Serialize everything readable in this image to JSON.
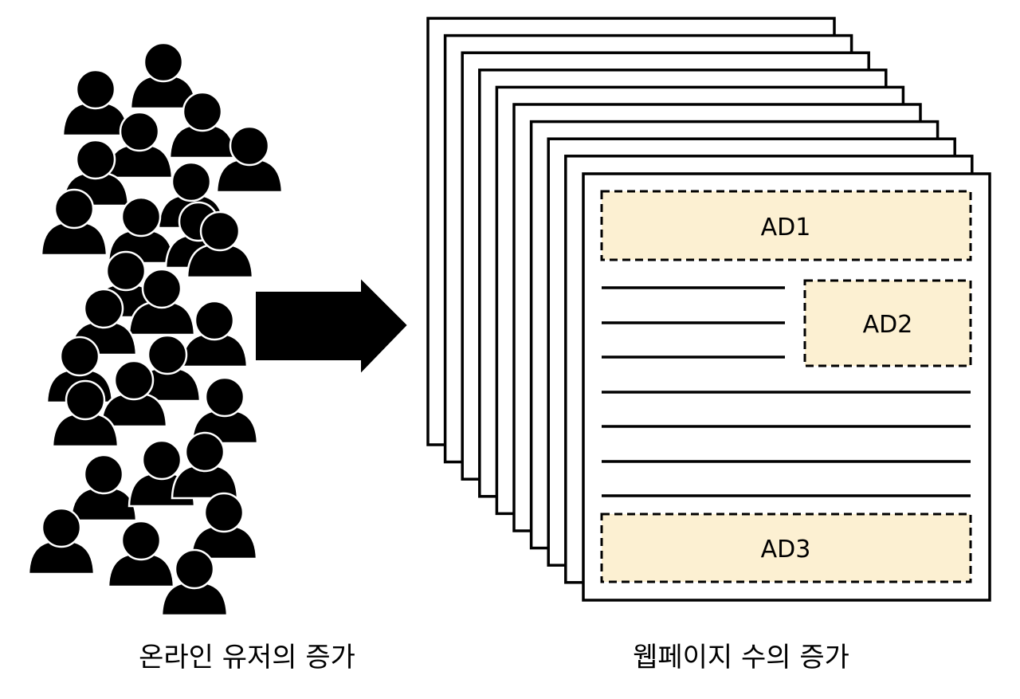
{
  "captions": {
    "users": "온라인 유저의 증가",
    "pages": "웹페이지 수의 증가"
  },
  "ads": {
    "ad1": "AD1",
    "ad2": "AD2",
    "ad3": "AD3"
  },
  "colors": {
    "ad_fill": "#fcf0d2",
    "ink": "#000000",
    "background": "#ffffff"
  },
  "icons": {
    "user": "user-silhouette-icon",
    "arrow": "right-arrow-icon"
  }
}
